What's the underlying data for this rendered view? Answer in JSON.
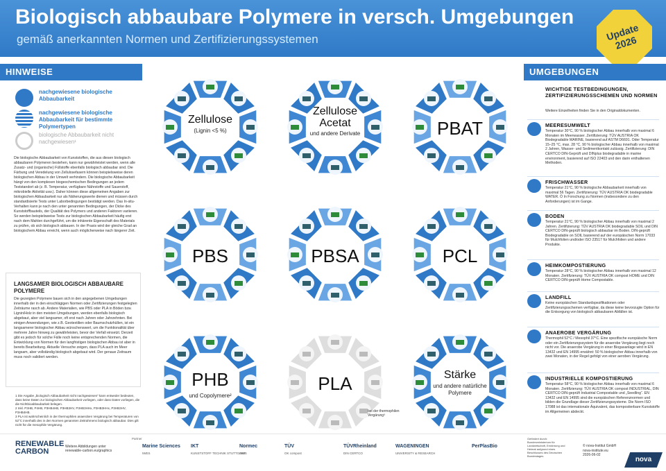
{
  "header": {
    "title": "Biologisch abbaubare Polymere in versch. Umgebungen",
    "subtitle": "gemäß anerkannten Normen und Zertifizierungssystemen",
    "badge": "Update\n2026"
  },
  "left": {
    "section": "HINWEISE",
    "legend": [
      "nachgewiesene biologische Abbaubarkeit",
      "nachgewiesene biologische Abbaubarkeit für bestimmte Polymertypen",
      "biologische Abbaubarkeit nicht nachgewiesen¹"
    ],
    "notes": "Die biologische Abbaubarkeit von Kunststoffen, die aus diesen biologisch abbaubaren Polymeren bestehen, kann nur gewährleistet werden, wenn alle Zusatz- und (organische) Füllstoffe ebenfalls biologisch abbaubar sind. Die Färbung und Veredelung von Zellulosefasern können beispielsweise deren biologischen Abbau in der Umwelt verhindern. Die biologische Abbaubarkeit hängt von den komplexen biogeochemischen Bedingungen an jedem Teststandort ab (z. B. Temperatur, verfügbare Nährstoffe und Sauerstoff, mikrobielle Aktivität usw.). Daher können diese allgemeinen Angaben zur biologischen Abbaubarkeit nur als Näherungswerte dienen und müssen durch standardisierte Tests unter Laborbedingungen bestätigt werden. Das In-situ-Verhalten kann je nach den unter genannten Bedingungen, der Dicke des Kunststoffbauteils, der Qualität des Polymers und anderen Faktoren variieren. So werden beispielsweise Tests zur biologischen Abbaubarkeit häufig erst nach dem Mahlen durchgeführt, um die inhärente Eigenschaft des Materials zu prüfen, ob sich biologisch abbauen. In der Praxis wird der gleiche Grad an biologischem Abbau erreicht, wenn auch möglicherweise nach längerer Zeit.",
    "slow_title": "LANGSAMER BIOLOGISCH ABBAUBARE POLYMERE",
    "slow_body": "Die gezeigten Polymere bauen sich in den angegebenen Umgebungen innerhalb der in den einschlägigen Normen oder Zertifizierungen festgelegten Zeiträume rasch ab. Andere Materialien, wie PBS oder PLA in Böden bzw. Lignin/Holz in den meisten Umgebungen, werden ebenfalls biologisch abgebaut, aber viel langsamer, oft erst nach Jahren oder Jahrzehnten. Bei einigen Anwendungen, wie z.B. Geotextilien oder Baumschutzhüllen, ist ein langsamerer biologischer Abbau wünschenswert, um die Funktionalität über mehrere Jahre hinweg zu gewährleisten, bevor der Verfall einsetzt. Derzeit gibt es jedoch für solche Fälle noch keine entsprechenden Normen, die Entwicklung von Normen für den langfristigen biologischen Abbau ist aber in bereits Bearbeitung. Aktuelle Versuche zeigen, dass PLA auch im Meer langsam, aber vollständig biologisch abgebaut wird. Der genaue Zeitraum muss noch validiert werden.",
    "footnotes": "1  Die Angabe „biologisch Abbaubarkeit nicht nachgewiesen“ kann entweder bedeuten, dass keine Daten zur biologischen Abbaubarkeit vorliegen, oder dass Daten vorliegen, die die Nichtbioabbaubarkeit belegen.\n2  Inkl. P3HB, P4HB, P3HB4HB, P3HB3HV, P3HB3HHx, P3HB3HHx, P3HB3HV, P3HB4HB.\n3  PLA ist wahrscheinlich in der thermophilen anaeroben Vergärung bei Temperaturen von 52°C innerhalb des in den Normen genannten Zeitrahmens biologisch abbaubar. Dies gilt nicht für die mesophile Vergärung."
  },
  "rings": [
    {
      "name": "Zellulose",
      "sub": "(Lignin <5 %)",
      "state": "full"
    },
    {
      "name": "Zellulose Acetat",
      "sub": "und andere Derivate",
      "state": "full"
    },
    {
      "name": "PBAT",
      "sub": "",
      "state": "partial"
    },
    {
      "name": "PBS",
      "sub": "",
      "state": "partial"
    },
    {
      "name": "PBSA",
      "sub": "",
      "state": "partial"
    },
    {
      "name": "PCL",
      "sub": "",
      "state": "partial"
    },
    {
      "name": "PHB",
      "sub": "und Copolymere²",
      "state": "full"
    },
    {
      "name": "PLA",
      "sub": "",
      "state": "none"
    },
    {
      "name": "Stärke",
      "sub": "und andere natürliche Polymere",
      "state": "full"
    }
  ],
  "pla_note": "bei der thermophilen Vergärung³",
  "right": {
    "section": "UMGEBUNGEN",
    "intro_title": "WICHTIGE TESTBEDINGUNGEN, ZERTIFIZIERUNGSSCHEMEN UND NORMEN",
    "intro_body": "Weitere Einzelheiten finden Sie in den Originaldokumenten.",
    "envs": [
      {
        "title": "MEERESUMWELT",
        "body": "Temperatur 30°C, 90 % biologischer Abbau innerhalb von maximal 6 Monaten im Meerwasser. Zertifizierung: TÜV AUSTRIA OK Biodegradable MARINE, basierend auf ASTM D6691. Oder Temperatur 15–25 °C, max. 28 °C, 90 % biologischer Abbau innerhalb von maximal 2 Jahren, Wasser- und Sedimentkontakt zulässig. Zertifizierung: DIN CERTCO DIN-Geprüft und DINplus biodegradable in marine environment, basierend auf ISO 22403 und den darin enthaltenen Methoden."
      },
      {
        "title": "FRISCHWASSER",
        "body": "Temperatur 21°C, 90 % biologische Abbaubarkeit innerhalb von maximal 56 Tagen. Zertifizierung: TÜV AUSTRIA OK biodegradable WATER. Ö In Forschung zu Normen (insbesondere zu den Anforderungen) ist im Gange."
      },
      {
        "title": "BODEN",
        "body": "Temperatur 21°C, 90 % biologischer Abbau innerhalb von maximal 2 Jahren. Zertifizierung: TÜV AUSTRIA OK biodegradable SOIL und DIN CERTCO DIN-geprüft biologisch abbaubar im Boden. DIN-geprüft Biodegradable on SOIL basierend auf der europäischen Norm 17033 für Mulchfolien und/oder ISO 23517 für Mulchfolien und andere Produkte."
      },
      {
        "title": "HEIMKOMPOSTIERUNG",
        "body": "Temperatur 28°C, 90 % biologischer Abbau innerhalb von maximal 12 Monaten. Zertifizierung: TÜV AUSTRIA OK compost HOME und DIN CERTCO DIN-geprüft Home Compostable."
      },
      {
        "title": "LANDFILL",
        "body": "Keine europäischen Standardspezifikationen oder Zertifizierungsschemen verfügbar, da diese keine bevorzugte Option für die Entsorgung von biologisch abbaubaren Abfällen ist."
      },
      {
        "title": "ANAEROBE VERGÄRUNG",
        "body": "Thermophil 52°C / Mesophil 37°C. Eine spezifische europäische Norm oder ein Zertifizierungssystem für die anaerobe Vergärung liegt noch nicht vor. Die anaerobe Vergärung in einer Biogasanlage wird in EN 13432 und EN 14995 erwähnt: 50 % biologischer Abbau innerhalb von zwei Monaten, in der Regel gefolgt von einer aeroben Vergärung."
      },
      {
        "title": "INDUSTRIELLE KOMPOSTIERUNG",
        "body": "Temperatur 58°C, 90 % biologischer Abbau innerhalb von maximal 6 Monaten. Zertifizierung: TÜV AUSTRIA OK compost INDUSTRIAL, DIN CERTCO DIN-geprüft Industrial Compostable und „Seedling“. EN 13432 und EN 14995 sind die europäischen Referenznormen und bilden die Grundlage dieser Zertifizierungssysteme. Die Norm ISO 17088 ist das internationale Äquivalent, das kompostierbare Kunststoffe im Allgemeinen abdeckt."
      }
    ]
  },
  "footer": {
    "rc_logo": "RENEWABLE\nCARBON",
    "rc_text": "Weitere Abbildungen unter renewable-carbon.eu/graphics",
    "partner_label": "Partner",
    "partners": [
      {
        "name": "Marine Sciences",
        "sub": "IWES"
      },
      {
        "name": "IKT",
        "sub": "KUNSTSTOFF TECHNIK STUTTGART"
      },
      {
        "name": "Normec",
        "sub": "OWS"
      },
      {
        "name": "TÜV",
        "sub": "OK compost"
      },
      {
        "name": "TÜVRheinland",
        "sub": "DIN CERTCO"
      },
      {
        "name": "WAGENINGEN",
        "sub": "UNIVERSITY & RESEARCH"
      },
      {
        "name": "PerPlasBio",
        "sub": ""
      }
    ],
    "gef": "Gefördert durch: Bundesministerium für Landwirtschaft, Ernährung und Heimat aufgrund eines Beschlusses des Deutschen Bundestages",
    "nova_text": "© nova-Institut GmbH\nnova-institute.eu\n2026-06-02",
    "nova_logo": "nova"
  },
  "colors": {
    "blue": "#2f79c7",
    "light": "#8cc0ee",
    "grey": "#cfcfcf",
    "green": "#2e8b3a"
  }
}
